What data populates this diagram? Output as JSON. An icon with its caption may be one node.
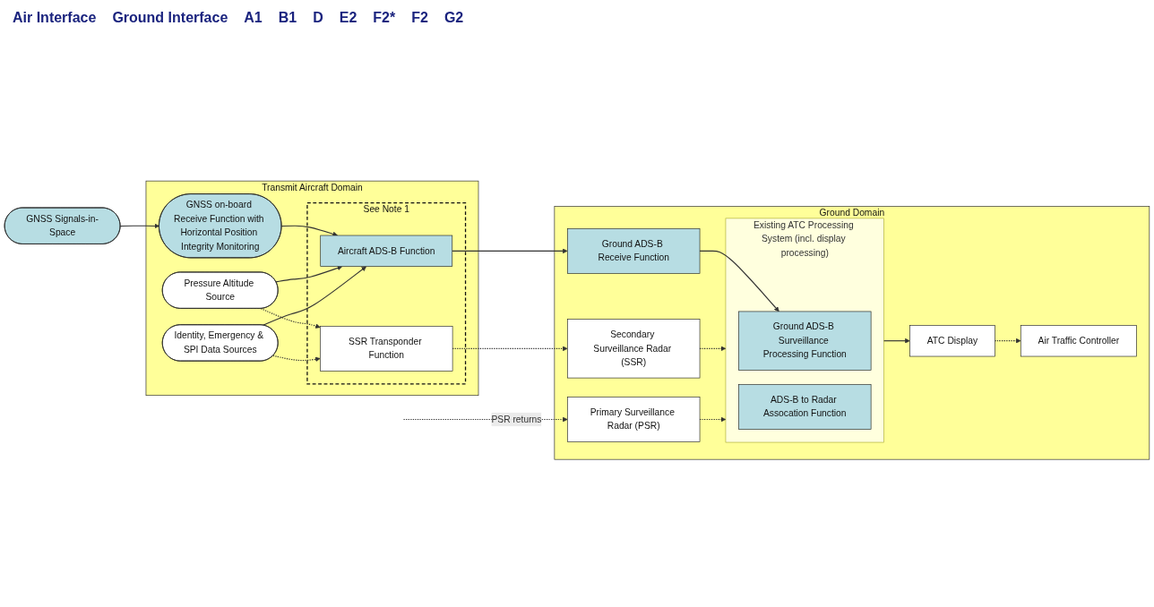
{
  "diagram": {
    "nodes": [
      {
        "text": [
          "GNSS Signals-in-Space"
        ]
      },
      {
        "text": [
          "Transmit Aircraft Domain"
        ]
      },
      {
        "text": [
          "GNSS on-board Receive Function with Horizontal Position Integrity Monitoring"
        ],
        "in": 1
      },
      {
        "text": [
          "Pressure Altitude Source"
        ],
        "in": 1
      },
      {
        "text": [
          "Identity, Emergency & SPI Data Sources"
        ],
        "in": 1
      },
      {
        "text": [
          "See Note 1"
        ],
        "in": 1
      },
      {
        "text": [
          "Aircraft ADS-B Function"
        ],
        "in": 5
      },
      {
        "text": [
          "SSR Transponder Function"
        ],
        "in": 5
      },
      {
        "text": [
          "Ground Domain"
        ]
      },
      {
        "text": [
          "Ground ADS-B Receive Function"
        ],
        "in": 8
      },
      {
        "text": [
          "Secondary Surveillance Radar (SSR)"
        ],
        "in": 8
      },
      {
        "text": [
          "Primary Surveillance Radar (PSR)"
        ],
        "in": 8
      },
      {
        "text": [
          "Existing ATC Processing System (incl. display processing)"
        ],
        "in": 8
      },
      {
        "text": [
          "Ground ADS-B Surveillance Processing Function"
        ],
        "in": 12
      },
      {
        "text": [
          "ADS-B to Radar Assocation Function"
        ],
        "in": 12
      },
      {
        "text": [
          "Air Traffic Controller"
        ],
        "in": 8
      },
      {
        "text": [
          "ATC Display"
        ],
        "in": 8
      }
    ],
    "edges": [
      {
        "from": 0,
        "to": 2,
        "arrow": "to"
      },
      {
        "from": 2,
        "to": 6,
        "arrow": "to"
      },
      {
        "from": 3,
        "to": 6,
        "arrow": "to"
      },
      {
        "from": 4,
        "to": 6,
        "arrow": "to"
      },
      {
        "from": 3,
        "to": 7,
        "arrow": "to",
        "style": "dashed"
      },
      {
        "from": 4,
        "to": 7,
        "arrow": "to",
        "style": "dashed"
      },
      {
        "from": 6,
        "to": 9,
        "arrow": "to"
      },
      {
        "from": 7,
        "to": 10,
        "arrow": "to",
        "style": "dashed"
      },
      {
        "from": 9,
        "to": 13,
        "arrow": "to"
      },
      {
        "from": 10,
        "to": 12,
        "arrow": "to",
        "style": "dashed"
      },
      {
        "from": 11,
        "to": 12,
        "arrow": "to",
        "style": "dashed"
      },
      {
        "from": null,
        "to": 11,
        "arrow": "to",
        "style": "dashed",
        "label": "PSR returns"
      },
      {
        "from": 12,
        "to": 16,
        "arrow": "to"
      },
      {
        "from": 16,
        "to": 15,
        "arrow": "to",
        "style": "dashed"
      }
    ],
    "labels": [
      "Air Interface",
      "Ground Interface",
      "A1",
      "B1",
      "D",
      "E2",
      "F2*",
      "F2",
      "G2"
    ]
  }
}
